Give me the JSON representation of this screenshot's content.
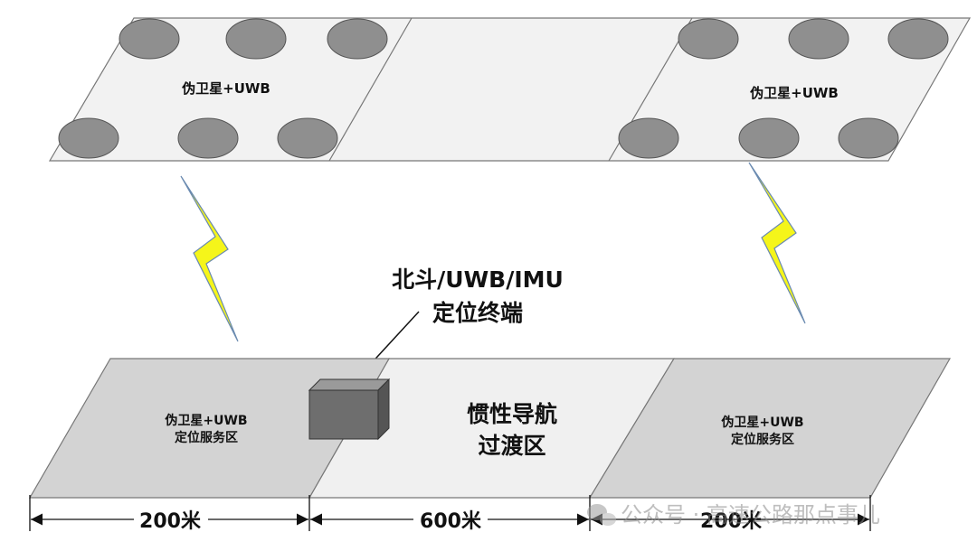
{
  "top_plane": {
    "left_label": "伪卫星+UWB",
    "right_label": "伪卫星+UWB"
  },
  "terminal": {
    "line1": "北斗/UWB/IMU",
    "line2": "定位终端"
  },
  "ground_plane": {
    "left_zone": {
      "line1": "伪卫星+UWB",
      "line2": "定位服务区"
    },
    "middle_zone": {
      "line1": "惯性导航",
      "line2": "过渡区"
    },
    "right_zone": {
      "line1": "伪卫星+UWB",
      "line2": "定位服务区"
    }
  },
  "dimensions": {
    "left": "200米",
    "middle": "600米",
    "right": "200米"
  },
  "watermark": {
    "text": "公众号 · 高速公路那点事儿"
  },
  "colors": {
    "plane_light": "#f0f0f0",
    "zone_gray": "#d2d2d2",
    "antenna": "#8f8f8f",
    "bolt": "#f5f51a",
    "box": "#6e6e6e"
  }
}
